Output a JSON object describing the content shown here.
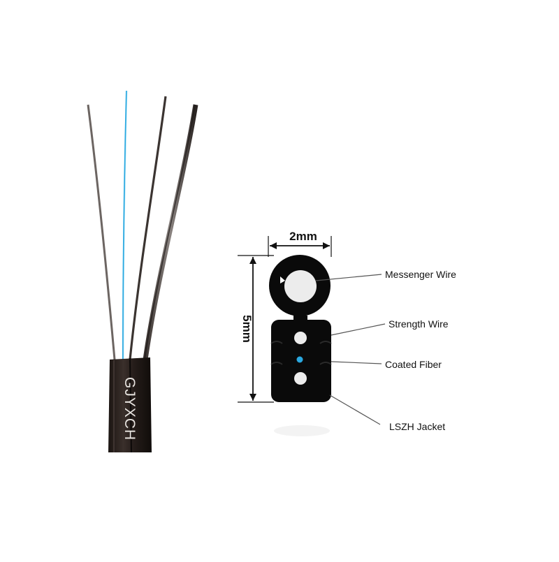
{
  "product": {
    "jacket_print": "GJYXCH"
  },
  "diagram": {
    "dimensions": {
      "width": "2mm",
      "height": "5mm"
    },
    "labels": {
      "messenger_wire": "Messenger Wire",
      "strength_wire": "Strength Wire",
      "coated_fiber": "Coated Fiber",
      "lszh_jacket": "LSZH Jacket"
    }
  },
  "colors": {
    "jacket": "#0c0c0c",
    "cable_body": "#2a2220",
    "fiber": "#2aa8e0",
    "wire": "#f2f2f2"
  }
}
